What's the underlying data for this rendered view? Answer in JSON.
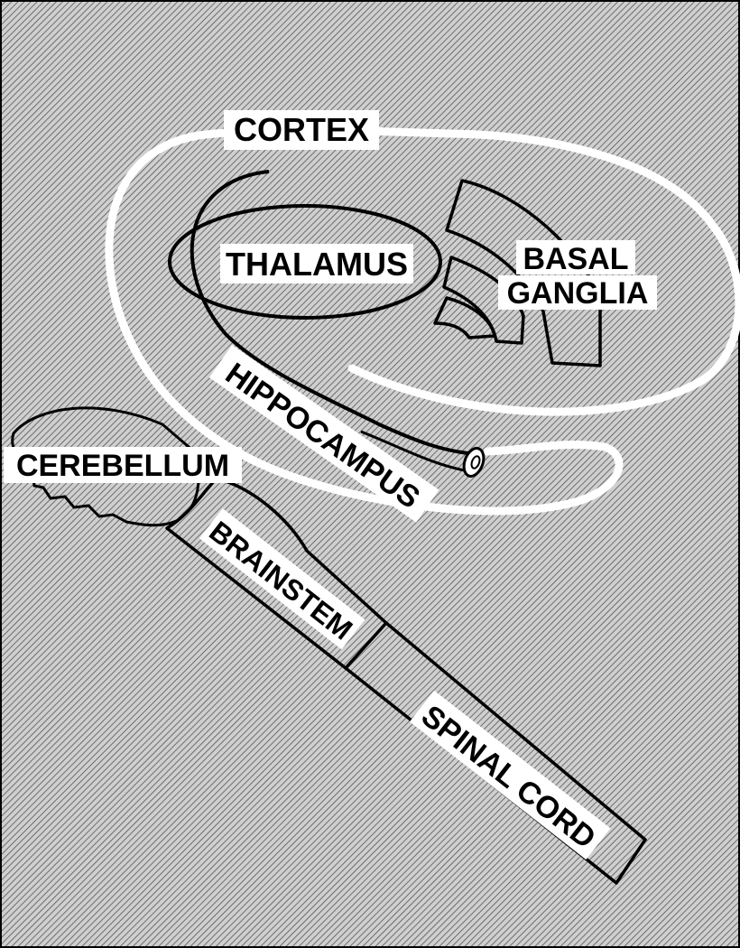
{
  "labels": {
    "cortex": "CORTEX",
    "thalamus": "THALAMUS",
    "basal_ganglia_line1": "BASAL",
    "basal_ganglia_line2": "GANGLIA",
    "hippocampus": "HIPPOCAMPUS",
    "cerebellum": "CEREBELLUM",
    "brainstem": "BRAINSTEM",
    "spinal_cord": "SPINAL CORD"
  },
  "colors": {
    "hatch_background": "#c8c8c8",
    "hatch_line": "#5a5a5a",
    "outline": "#000000",
    "label_background": "#ffffff",
    "cortex_outline": "#ffffff"
  }
}
